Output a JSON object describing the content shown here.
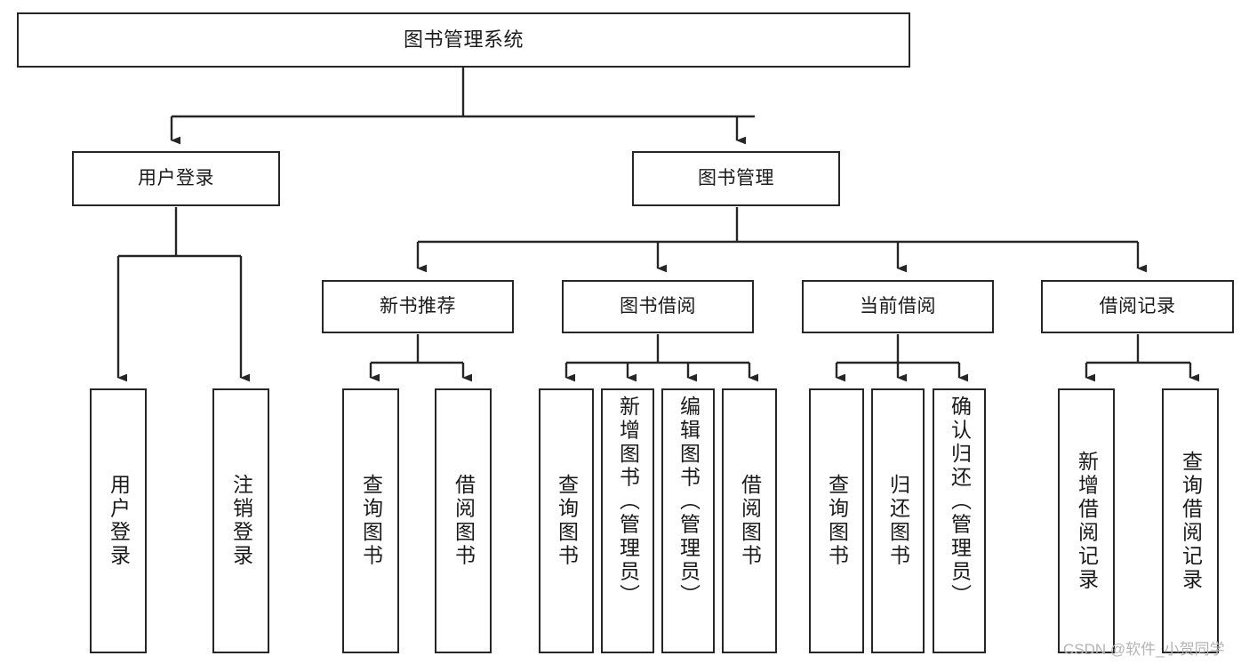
{
  "diagram": {
    "title": "图书管理系统",
    "watermark": "CSDN @软件_小贺同学",
    "stroke_color": "#262626",
    "text_color": "#1a1a1a",
    "background_color": "#ffffff"
  },
  "nodes": {
    "root": {
      "label": "图书管理系统"
    },
    "level2": [
      {
        "label": "用户登录"
      },
      {
        "label": "图书管理"
      }
    ],
    "level3": [
      {
        "label": "新书推荐"
      },
      {
        "label": "图书借阅"
      },
      {
        "label": "当前借阅"
      },
      {
        "label": "借阅记录"
      }
    ],
    "leaves": {
      "user_login": [
        {
          "label": "用户登录"
        },
        {
          "label": "注销登录"
        }
      ],
      "new_book": [
        {
          "label": "查询图书"
        },
        {
          "label": "借阅图书"
        }
      ],
      "book_borrow": [
        {
          "label": "查询图书"
        },
        {
          "label": "新增图书（管理员）"
        },
        {
          "label": "编辑图书（管理员）"
        },
        {
          "label": "借阅图书"
        }
      ],
      "current_borrow": [
        {
          "label": "查询图书"
        },
        {
          "label": "归还图书"
        },
        {
          "label": "确认归还（管理员）"
        }
      ],
      "borrow_record": [
        {
          "label": "新增借阅记录"
        },
        {
          "label": "查询借阅记录"
        }
      ]
    }
  },
  "chart_data": {
    "type": "tree",
    "title": "图书管理系统",
    "orientation": "top-down",
    "tree": {
      "name": "图书管理系统",
      "children": [
        {
          "name": "用户登录",
          "children": [
            {
              "name": "用户登录"
            },
            {
              "name": "注销登录"
            }
          ]
        },
        {
          "name": "图书管理",
          "children": [
            {
              "name": "新书推荐",
              "children": [
                {
                  "name": "查询图书"
                },
                {
                  "name": "借阅图书"
                }
              ]
            },
            {
              "name": "图书借阅",
              "children": [
                {
                  "name": "查询图书"
                },
                {
                  "name": "新增图书（管理员）"
                },
                {
                  "name": "编辑图书（管理员）"
                },
                {
                  "name": "借阅图书"
                }
              ]
            },
            {
              "name": "当前借阅",
              "children": [
                {
                  "name": "查询图书"
                },
                {
                  "name": "归还图书"
                },
                {
                  "name": "确认归还（管理员）"
                }
              ]
            },
            {
              "name": "借阅记录",
              "children": [
                {
                  "name": "新增借阅记录"
                },
                {
                  "name": "查询借阅记录"
                }
              ]
            }
          ]
        }
      ]
    }
  }
}
